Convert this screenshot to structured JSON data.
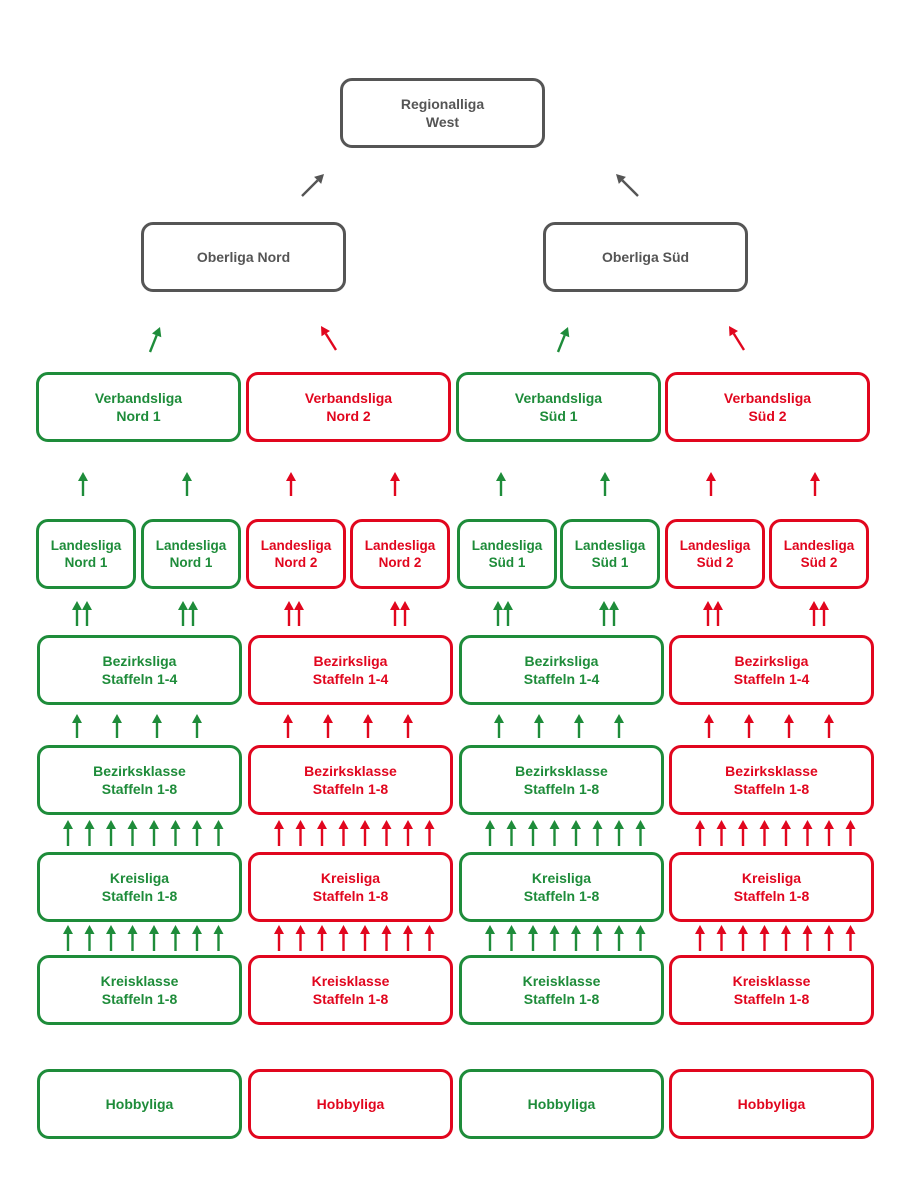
{
  "colors": {
    "grey": "#555555",
    "green": "#1e8c3a",
    "red": "#e1061e"
  },
  "top": {
    "regionalliga": "Regionalliga\nWest",
    "oberliga_nord": "Oberliga Nord",
    "oberliga_sued": "Oberliga Süd"
  },
  "columns": [
    {
      "color": "green",
      "verbandsliga": "Verbandsliga\nNord 1",
      "landesliga": [
        "Landesliga\nNord 1",
        "Landesliga\nNord 1"
      ],
      "bezirksliga": "Bezirksliga\nStaffeln 1-4",
      "bezirksklasse": "Bezirksklasse\nStaffeln 1-8",
      "kreisliga": "Kreisliga\nStaffeln 1-8",
      "kreisklasse": "Kreisklasse\nStaffeln 1-8",
      "hobbyliga": "Hobbyliga"
    },
    {
      "color": "red",
      "verbandsliga": "Verbandsliga\nNord 2",
      "landesliga": [
        "Landesliga\nNord 2",
        "Landesliga\nNord 2"
      ],
      "bezirksliga": "Bezirksliga\nStaffeln 1-4",
      "bezirksklasse": "Bezirksklasse\nStaffeln 1-8",
      "kreisliga": "Kreisliga\nStaffeln 1-8",
      "kreisklasse": "Kreisklasse\nStaffeln 1-8",
      "hobbyliga": "Hobbyliga"
    },
    {
      "color": "green",
      "verbandsliga": "Verbandsliga\nSüd 1",
      "landesliga": [
        "Landesliga\nSüd 1",
        "Landesliga\nSüd 1"
      ],
      "bezirksliga": "Bezirksliga\nStaffeln 1-4",
      "bezirksklasse": "Bezirksklasse\nStaffeln 1-8",
      "kreisliga": "Kreisliga\nStaffeln 1-8",
      "kreisklasse": "Kreisklasse\nStaffeln 1-8",
      "hobbyliga": "Hobbyliga"
    },
    {
      "color": "red",
      "verbandsliga": "Verbandsliga\nSüd 2",
      "landesliga": [
        "Landesliga\nSüd 2",
        "Landesliga\nSüd 2"
      ],
      "bezirksliga": "Bezirksliga\nStaffeln 1-4",
      "bezirksklasse": "Bezirksklasse\nStaffeln 1-8",
      "kreisliga": "Kreisliga\nStaffeln 1-8",
      "kreisklasse": "Kreisklasse\nStaffeln 1-8",
      "hobbyliga": "Hobbyliga"
    }
  ]
}
